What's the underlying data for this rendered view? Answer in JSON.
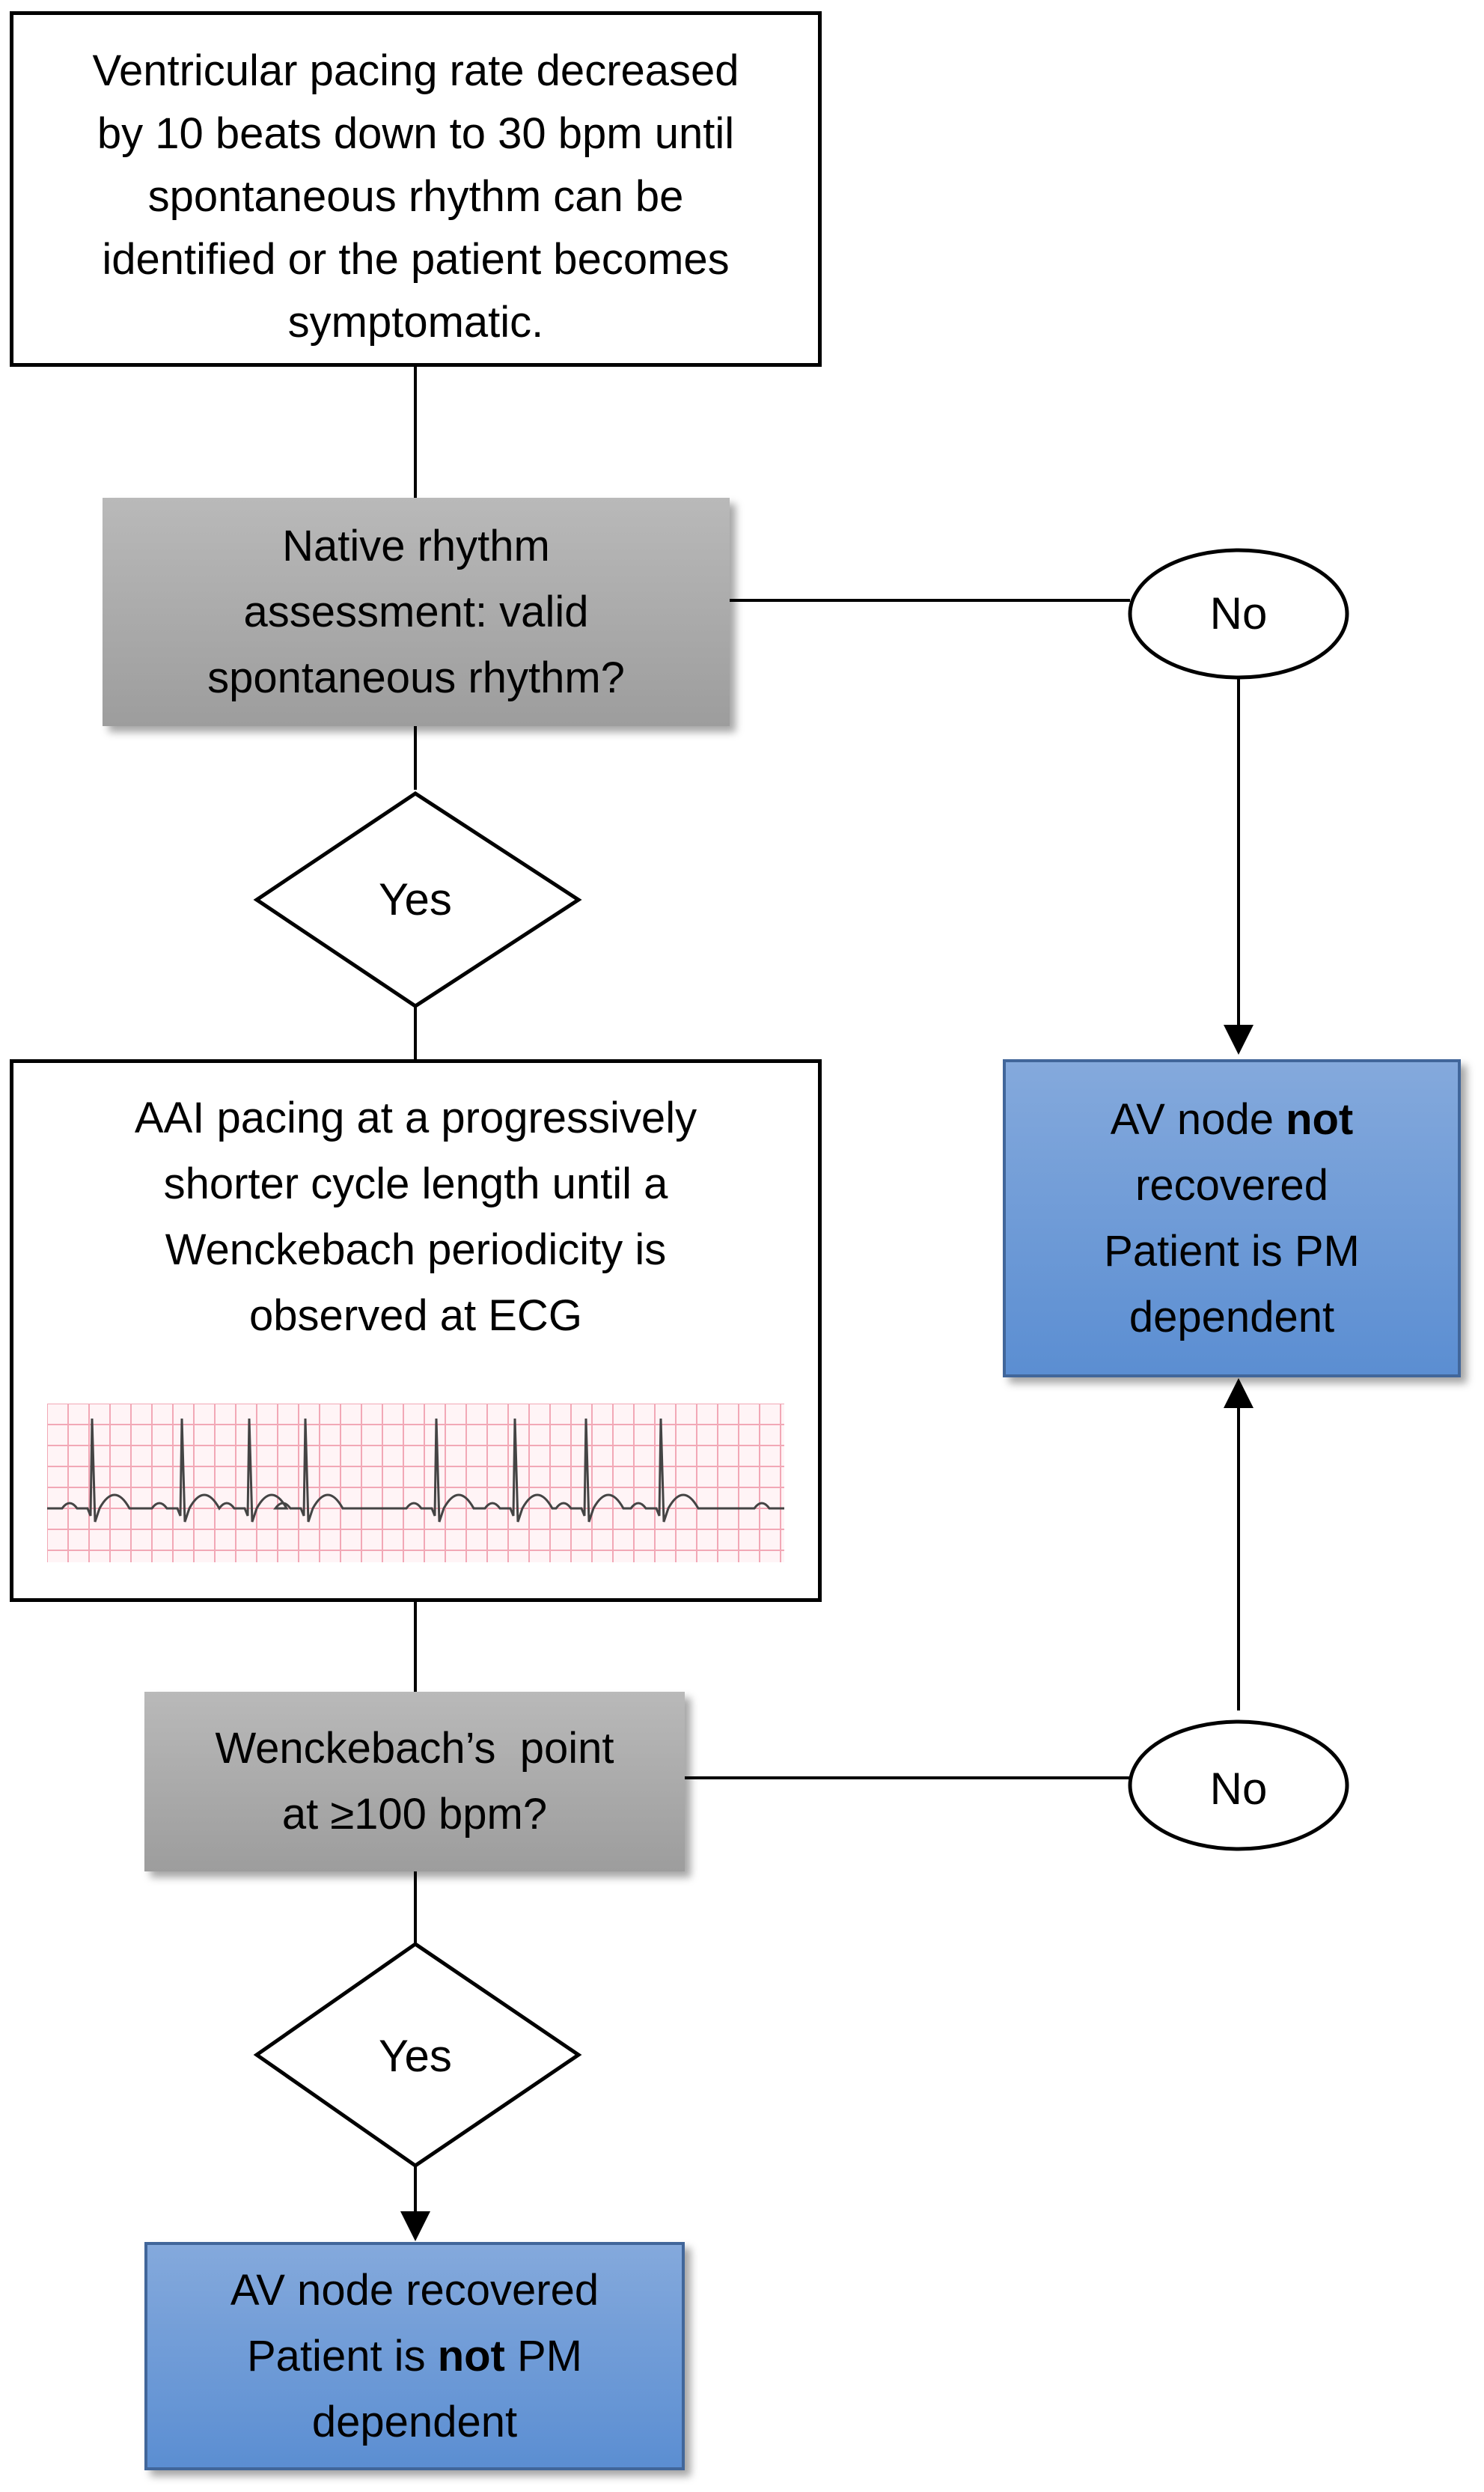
{
  "colors": {
    "stroke": "#000000",
    "gray_box": "#a6a6a6",
    "blue_box": "#6f9bd6",
    "blue_border": "#41669a",
    "ecg_grid": "#f2a8b6",
    "ecg_trace": "#444444"
  },
  "nodes": {
    "start": {
      "lines": [
        "Ventricular pacing rate decreased",
        "by 10 beats down to 30 bpm until",
        "spontaneous rhythm can be",
        "identified or the patient becomes",
        "symptomatic."
      ]
    },
    "native_rhythm": {
      "lines": [
        "Native rhythm",
        "assessment: valid",
        "spontaneous rhythm?"
      ]
    },
    "yes_1": {
      "label": "Yes"
    },
    "no_1": {
      "label": "No"
    },
    "aai_pacing": {
      "lines": [
        "AAI pacing at a progressively",
        "shorter cycle length until a",
        "Wenckebach periodicity is",
        "observed at ECG"
      ]
    },
    "av_not_recovered": {
      "line1_pre": "AV node ",
      "line1_bold": "not",
      "line2": "recovered",
      "line3": "Patient is PM",
      "line4": "dependent"
    },
    "wenckebach": {
      "lines": [
        "Wenckebach’s  point",
        "at ≥100 bpm?"
      ]
    },
    "no_2": {
      "label": "No"
    },
    "yes_2": {
      "label": "Yes"
    },
    "av_recovered": {
      "line1": "AV node recovered",
      "line2_pre": "Patient is ",
      "line2_bold": "not",
      "line2_post": " PM",
      "line3": "dependent"
    }
  },
  "icons": {
    "ecg_strip": "ecg-rhythm-strip-icon"
  }
}
